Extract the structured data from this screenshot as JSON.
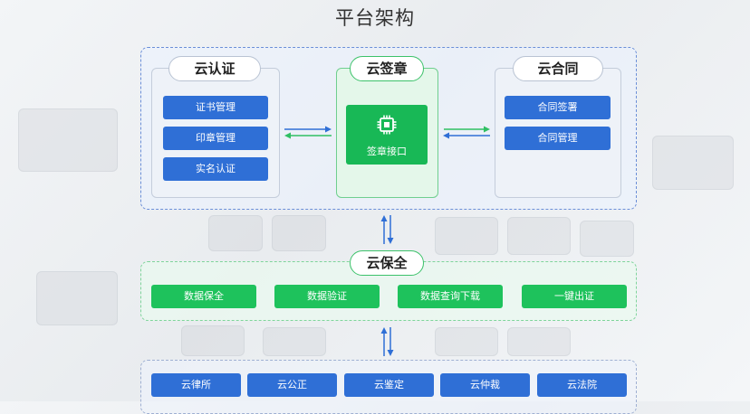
{
  "title": "平台架构",
  "colors": {
    "blue": "#2f6fd6",
    "green": "#1ec25c",
    "arrow_blue": "#2f6fd6",
    "arrow_green": "#2fbf63"
  },
  "left_panel": {
    "title": "云认证",
    "items": [
      "证书管理",
      "印章管理",
      "实名认证"
    ]
  },
  "center_panel": {
    "title": "云签章",
    "interface": {
      "label": "签章接口",
      "icon": "chip-icon"
    }
  },
  "right_panel": {
    "title": "云合同",
    "items": [
      "合同签署",
      "合同管理"
    ]
  },
  "middle_layer": {
    "title": "云保全",
    "items": [
      "数据保全",
      "数据验证",
      "数据查询下载",
      "一键出证"
    ]
  },
  "bottom_layer": {
    "items": [
      "云律所",
      "云公正",
      "云鉴定",
      "云仲裁",
      "云法院"
    ]
  }
}
